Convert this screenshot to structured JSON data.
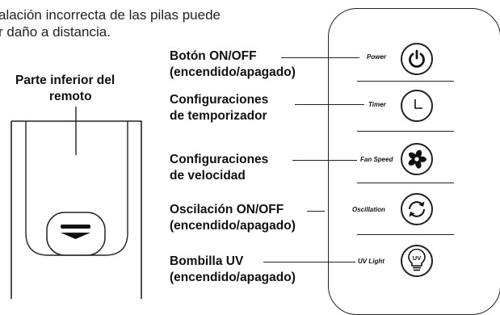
{
  "intro_text": [
    "alación incorrecta de las pilas puede",
    "r daño a distancia."
  ],
  "bottom_title": [
    "Parte inferior del",
    "remoto"
  ],
  "callouts": [
    {
      "label": [
        "Botón ON/OFF",
        "(encendido/apagado)"
      ],
      "button_text": "Power",
      "icon": "power-icon"
    },
    {
      "label": [
        "Configuraciones",
        "de temporizador"
      ],
      "button_text": "Timer",
      "icon": "clock-icon"
    },
    {
      "label": [
        "Configuraciones",
        "de velocidad"
      ],
      "button_text": "Fan Speed",
      "icon": "fan-icon"
    },
    {
      "label": [
        "Oscilación ON/OFF",
        "(encendido/apagado)"
      ],
      "button_text": "Oscillation",
      "icon": "rotate-icon"
    },
    {
      "label": [
        "Bombilla UV",
        "(encendido/apagado)"
      ],
      "button_text": "UV Light",
      "icon": "bulb-icon",
      "icon_text": "UV"
    }
  ]
}
